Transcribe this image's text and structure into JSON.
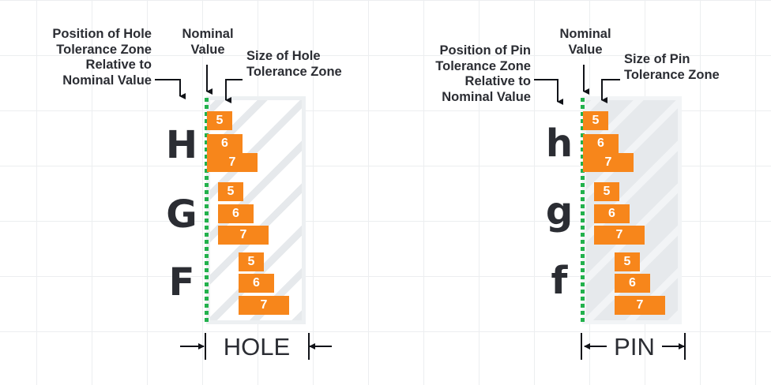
{
  "diagram": {
    "title_semantic": "iso-hole-and-pin-tolerance-zones",
    "colors": {
      "bar": "#f7861b",
      "nominal_line": "#22b14c",
      "text": "#2b2d33",
      "grid": "#eceef0",
      "hatch_light": "#e6e9ec",
      "zone_fill_pin": "#e6e9ec"
    }
  },
  "hole": {
    "callouts": {
      "position": "Position of Hole\nTolerance Zone\nRelative to\nNominal Value",
      "nominal": "Nominal\nValue",
      "size": "Size of Hole\nTolerance Zone"
    },
    "dimension_label": "HOLE",
    "grades": [
      {
        "letter": "H",
        "bars": [
          {
            "label": "5",
            "offset": 0,
            "width": 32
          },
          {
            "label": "6",
            "offset": 0,
            "width": 45
          },
          {
            "label": "7",
            "offset": 0,
            "width": 64
          }
        ]
      },
      {
        "letter": "G",
        "bars": [
          {
            "label": "5",
            "offset": 14,
            "width": 32
          },
          {
            "label": "6",
            "offset": 14,
            "width": 45
          },
          {
            "label": "7",
            "offset": 14,
            "width": 64
          }
        ]
      },
      {
        "letter": "F",
        "bars": [
          {
            "label": "5",
            "offset": 40,
            "width": 32
          },
          {
            "label": "6",
            "offset": 40,
            "width": 45
          },
          {
            "label": "7",
            "offset": 40,
            "width": 64
          }
        ]
      }
    ]
  },
  "pin": {
    "callouts": {
      "position": "Position of Pin\nTolerance Zone\nRelative to\nNominal Value",
      "nominal": "Nominal\nValue",
      "size": "Size of Pin\nTolerance Zone"
    },
    "dimension_label": "PIN",
    "grades": [
      {
        "letter": "h",
        "bars": [
          {
            "label": "5",
            "offset": 0,
            "width": 32
          },
          {
            "label": "6",
            "offset": 0,
            "width": 45
          },
          {
            "label": "7",
            "offset": 0,
            "width": 64
          }
        ]
      },
      {
        "letter": "g",
        "bars": [
          {
            "label": "5",
            "offset": 14,
            "width": 32
          },
          {
            "label": "6",
            "offset": 14,
            "width": 45
          },
          {
            "label": "7",
            "offset": 14,
            "width": 64
          }
        ]
      },
      {
        "letter": "f",
        "bars": [
          {
            "label": "5",
            "offset": 40,
            "width": 32
          },
          {
            "label": "6",
            "offset": 40,
            "width": 45
          },
          {
            "label": "7",
            "offset": 40,
            "width": 64
          }
        ]
      }
    ]
  }
}
